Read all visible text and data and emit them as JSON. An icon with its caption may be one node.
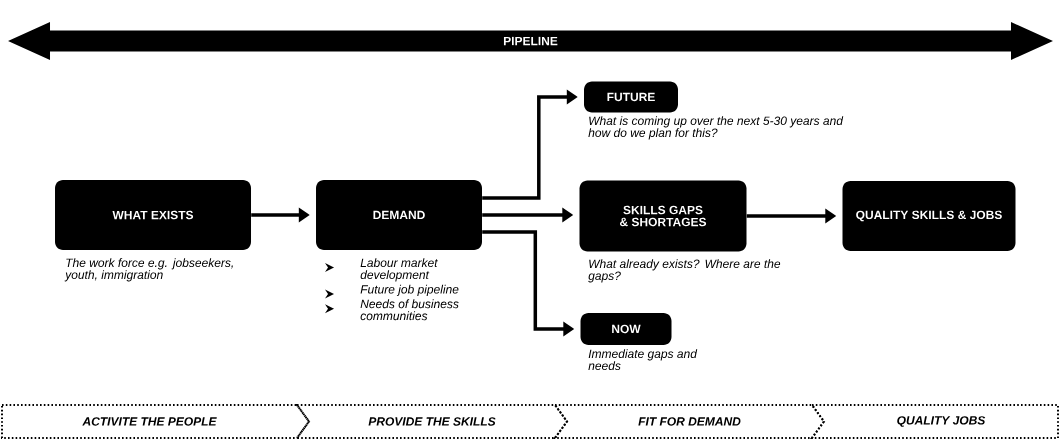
{
  "diagram": {
    "nodes": [
      {
        "text": [
          "PIPELINE"
        ]
      },
      {
        "text": [
          "WHAT EXISTS"
        ],
        "beside": [
          "The work force e.g. jobseekers, youth, immigration"
        ]
      },
      {
        "text": [
          "DEMAND"
        ],
        "beside": [
          "Labour market development",
          "Future job pipeline",
          "Needs of business communities"
        ]
      },
      {
        "text": [
          "FUTURE"
        ],
        "beside": [
          "What is coming up over the next 5-30 years and how do we plan for this?"
        ]
      },
      {
        "text": [
          "SKILLS GAPS & SHORTAGES"
        ],
        "beside": [
          "What already exists? Where are the gaps?"
        ]
      },
      {
        "text": [
          "NOW"
        ],
        "beside": [
          "Immediate gaps and needs"
        ]
      },
      {
        "text": [
          "QUALITY SKILLS & JOBS"
        ]
      },
      {
        "text": [
          "ACTIVITE THE PEOPLE"
        ]
      },
      {
        "text": [
          "PROVIDE THE SKILLS"
        ]
      },
      {
        "text": [
          "FIT FOR DEMAND"
        ]
      },
      {
        "text": [
          "QUALITY JOBS"
        ]
      }
    ],
    "edges": [
      {
        "from": 1,
        "to": 2,
        "arrow": "to"
      },
      {
        "from": 2,
        "to": 3,
        "arrow": "to"
      },
      {
        "from": 2,
        "to": 4,
        "arrow": "to"
      },
      {
        "from": 2,
        "to": 5,
        "arrow": "to"
      },
      {
        "from": 4,
        "to": 6,
        "arrow": "to"
      }
    ]
  }
}
